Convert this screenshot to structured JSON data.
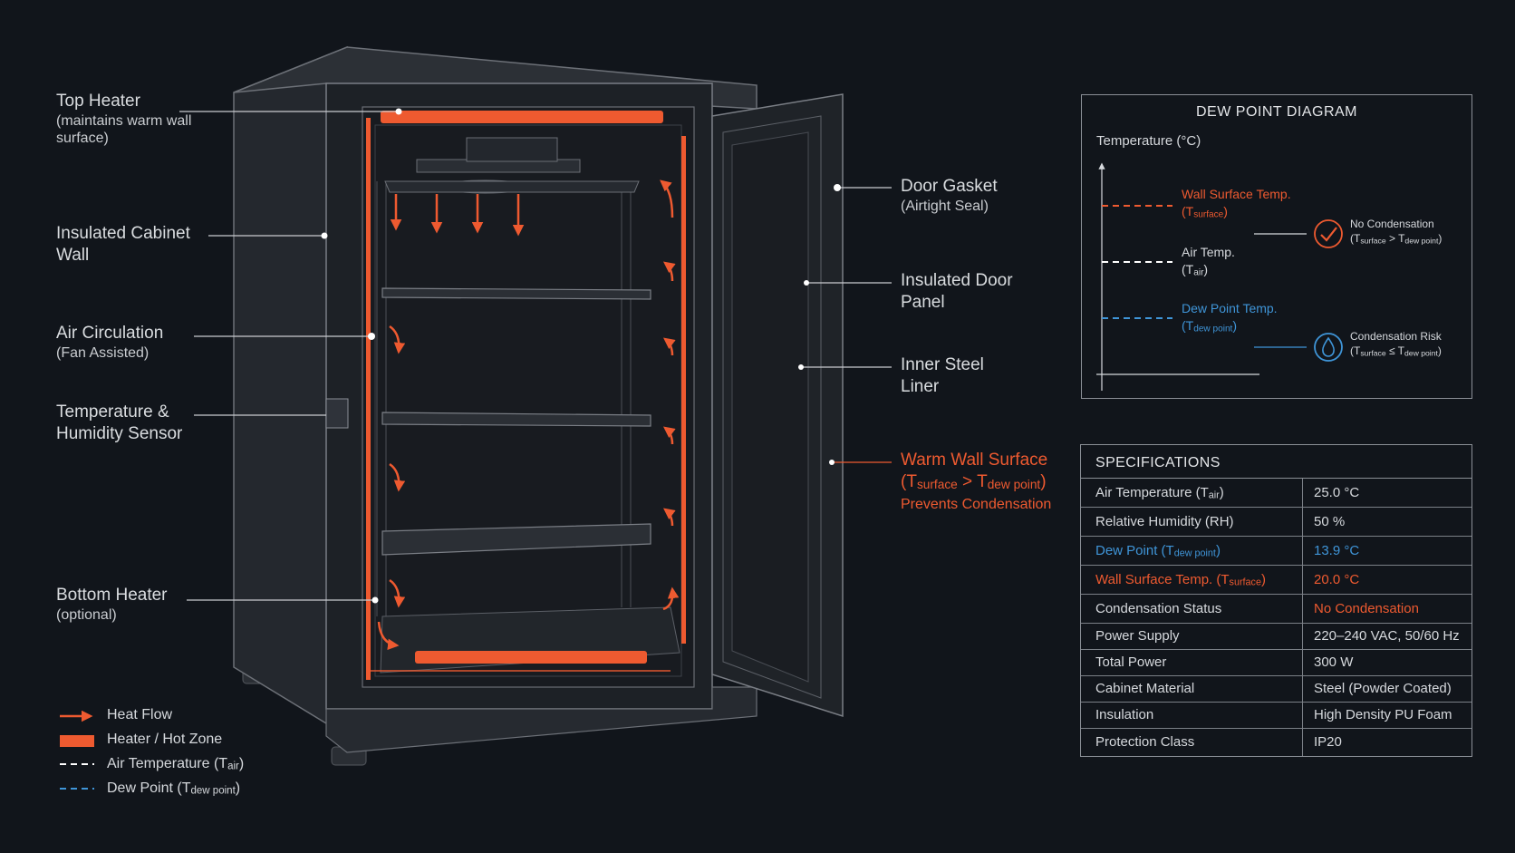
{
  "callouts": {
    "top_heater": {
      "title": "Top Heater",
      "sub": "(maintains warm wall surface)"
    },
    "insulated_wall": {
      "title": "Insulated Cabinet Wall"
    },
    "air_circulation": {
      "title": "Air Circulation",
      "sub": "(Fan Assisted)"
    },
    "sensor": {
      "title": "Temperature & Humidity Sensor"
    },
    "bottom_heater": {
      "title": "Bottom Heater",
      "sub": "(optional)"
    },
    "door_gasket": {
      "title": "Door Gasket",
      "sub": "(Airtight Seal)"
    },
    "insulated_door": {
      "title": "Insulated Door Panel"
    },
    "inner_liner": {
      "title": "Inner Steel Liner"
    },
    "warm_wall": {
      "title": "Warm Wall Surface",
      "formula_pre": "(T",
      "formula_sub1": "surface",
      "formula_mid": " > T",
      "formula_sub2": "dew point",
      "formula_post": ")",
      "sub": "Prevents Condensation"
    }
  },
  "legend": {
    "heat_flow": "Heat Flow",
    "heater_zone": "Heater / Hot Zone",
    "air_temp": "Air Temperature (T",
    "air_temp_sub": "air",
    "dew_point": "Dew Point (T",
    "dew_point_sub": "dew point"
  },
  "dew_diagram": {
    "title": "DEW POINT DIAGRAM",
    "axis_title": "Temperature (°C)",
    "wall_label": "Wall Surface Temp.",
    "wall_sym": "surface",
    "air_label": "Air Temp.",
    "air_sym": "air",
    "dew_label": "Dew Point Temp.",
    "dew_sym": "dew point",
    "no_condensation": "No Condensation",
    "no_cond_rel_a": "surface",
    "no_cond_rel_b": "dew point",
    "condensation_risk": "Condensation Risk",
    "risk_rel_a": "surface",
    "risk_rel_b": "dew point"
  },
  "specs": {
    "title": "SPECIFICATIONS",
    "rows": [
      {
        "k": "Air Temperature (T",
        "ks": "air",
        "v": "25.0 °C"
      },
      {
        "k": "Relative Humidity (RH)",
        "v": "50 %"
      },
      {
        "k": "Dew Point (T",
        "ks": "dew point",
        "v": "13.9 °C"
      },
      {
        "k": "Wall Surface Temp. (T",
        "ks": "surface",
        "v": "20.0 °C"
      },
      {
        "k": "Condensation Status",
        "v": "No Condensation"
      },
      {
        "k": "Power Supply",
        "v": "220–240 VAC, 50/60 Hz"
      },
      {
        "k": "Total Power",
        "v": "300 W"
      },
      {
        "k": "Cabinet Material",
        "v": "Steel (Powder Coated)"
      },
      {
        "k": "Insulation",
        "v": "High Density PU Foam"
      },
      {
        "k": "Protection Class",
        "v": "IP20"
      }
    ]
  },
  "colors": {
    "heat": "#ee5a30",
    "dew": "#3f95d8",
    "line": "#c9ccd0",
    "bg": "#11151b"
  }
}
